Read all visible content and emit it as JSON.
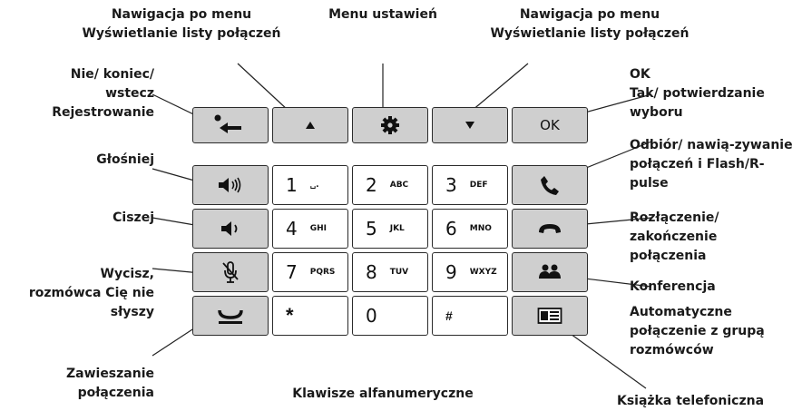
{
  "labels": {
    "nav_left_1": "Nawigacja po menu",
    "nav_left_2": "Wyświetlanie listy połączeń",
    "settings": "Menu ustawień",
    "nav_right_1": "Nawigacja po menu",
    "nav_right_2": "Wyświetlanie listy połączeń",
    "back_1": "Nie/ koniec/",
    "back_2": "wstecz",
    "back_3": "Rejestrowanie",
    "ok_1": "OK",
    "ok_2": "Tak/ potwierdzanie",
    "ok_3": "wyboru",
    "louder": "Głośniej",
    "quieter": "Ciszej",
    "mute_1": "Wycisz,",
    "mute_2": "rozmówca Cię nie",
    "mute_3": "słyszy",
    "hold_1": "Zawieszanie",
    "hold_2": "połączenia",
    "answer_1": "Odbiór/ nawią-zywanie",
    "answer_2": "połączeń i Flash/R-",
    "answer_3": "pulse",
    "hangup_1": "Rozłączenie/",
    "hangup_2": "zakończenie",
    "hangup_3": "połączenia",
    "conference": "Konferencja",
    "group_1": "Automatyczne",
    "group_2": "połączenie z grupą",
    "group_3": "rozmówców",
    "phonebook": "Książka telefoniczna",
    "alnum": "Klawisze alfanumeryczne"
  },
  "keys": {
    "ok": "OK",
    "k1": "1",
    "k1s": "␣.",
    "k2": "2",
    "k2s": "ABC",
    "k3": "3",
    "k3s": "DEF",
    "k4": "4",
    "k4s": "GHI",
    "k5": "5",
    "k5s": "JKL",
    "k6": "6",
    "k6s": "MNO",
    "k7": "7",
    "k7s": "PQRS",
    "k8": "8",
    "k8s": "TUV",
    "k9": "9",
    "k9s": "WXYZ",
    "star": "*",
    "k0": "0",
    "hash": "#"
  },
  "icons": [
    "back-arrow-icon",
    "up-arrow-icon",
    "gear-icon",
    "down-arrow-icon",
    "volume-up-icon",
    "volume-down-icon",
    "mute-mic-icon",
    "hold-icon",
    "handset-icon",
    "hangup-icon",
    "conference-icon",
    "phonebook-icon"
  ],
  "colors": {
    "key_grey": "#cfcfcf",
    "border": "#2b2b2b"
  }
}
